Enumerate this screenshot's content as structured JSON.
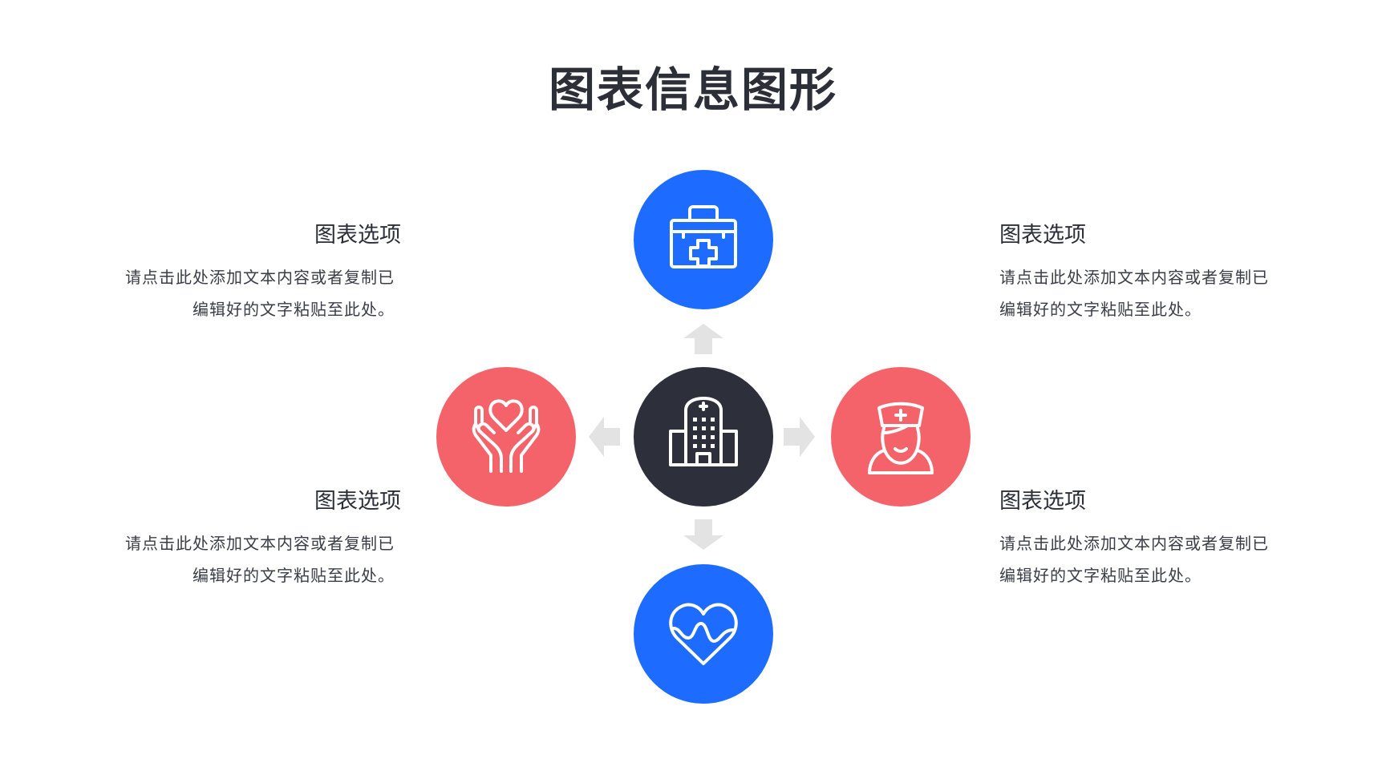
{
  "title": "图表信息图形",
  "colors": {
    "blue": "#1e6cff",
    "coral": "#f5636a",
    "dark": "#2d2f3b",
    "arrow": "#e3e3e3",
    "text": "#2d2f38"
  },
  "nodes": [
    {
      "id": "center",
      "icon": "hospital-building-icon",
      "color": "dark"
    },
    {
      "id": "top",
      "icon": "first-aid-kit-icon",
      "color": "blue"
    },
    {
      "id": "bottom",
      "icon": "heartbeat-heart-icon",
      "color": "blue"
    },
    {
      "id": "left",
      "icon": "hands-heart-icon",
      "color": "coral"
    },
    {
      "id": "right",
      "icon": "nurse-icon",
      "color": "coral"
    }
  ],
  "items": [
    {
      "heading": "图表选项",
      "line1": "请点击此处添加文本内容或者复制已",
      "line2": "编辑好的文字粘贴至此处。"
    },
    {
      "heading": "图表选项",
      "line1": "请点击此处添加文本内容或者复制已",
      "line2": "编辑好的文字粘贴至此处。"
    },
    {
      "heading": "图表选项",
      "line1": "请点击此处添加文本内容或者复制已",
      "line2": "编辑好的文字粘贴至此处。"
    },
    {
      "heading": "图表选项",
      "line1": "请点击此处添加文本内容或者复制已",
      "line2": "编辑好的文字粘贴至此处。"
    }
  ]
}
